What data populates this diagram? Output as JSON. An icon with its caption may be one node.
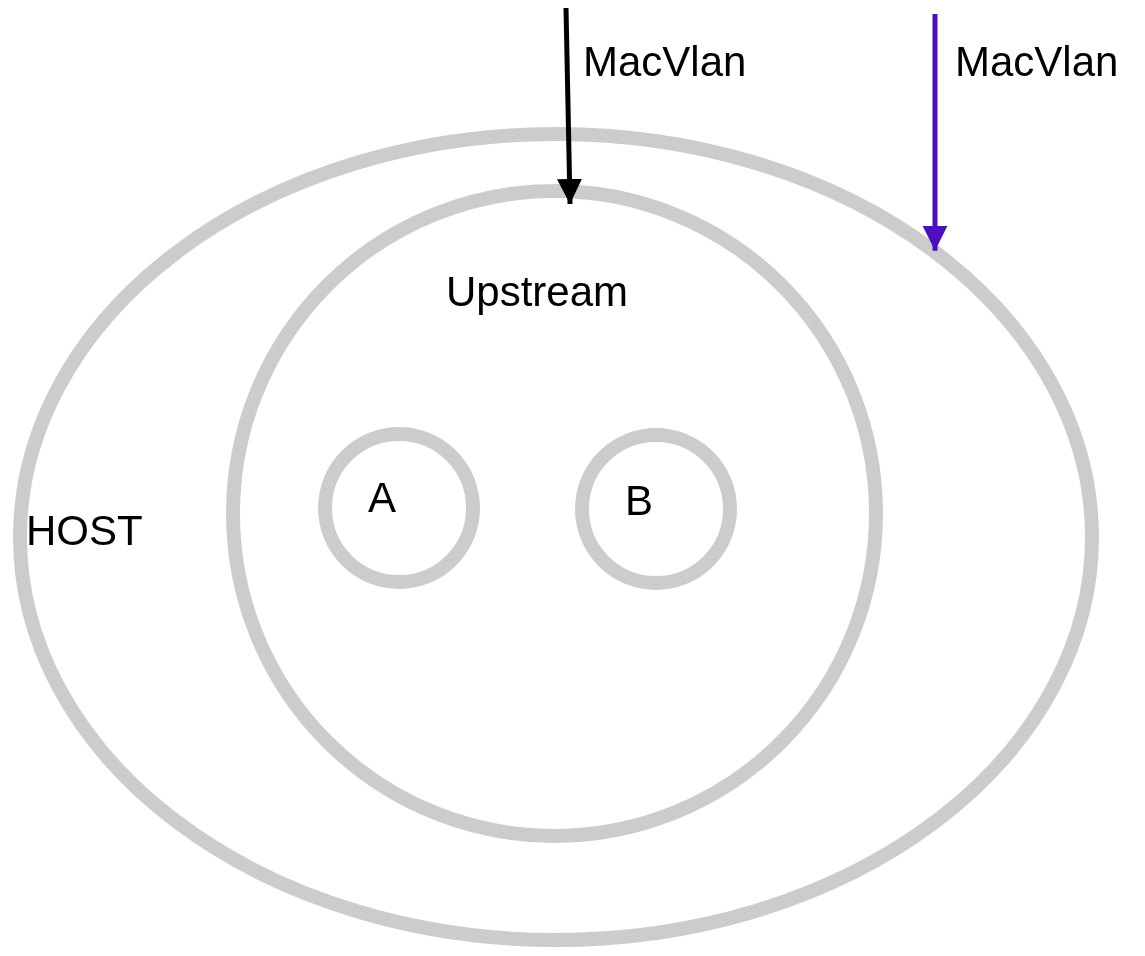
{
  "diagram": {
    "nodes": [
      {
        "text": [
          "HOST"
        ]
      },
      {
        "text": [
          "Upstream"
        ],
        "in": 0
      },
      {
        "text": [
          "A"
        ],
        "in": 1
      },
      {
        "text": [
          "B"
        ],
        "in": 1
      }
    ],
    "edges": [
      {
        "from": null,
        "to": 1,
        "arrow": "to",
        "label": "MacVlan"
      },
      {
        "from": null,
        "to": 0,
        "arrow": "to",
        "label": "MacVlan",
        "color": "#4b0fbf"
      }
    ]
  }
}
